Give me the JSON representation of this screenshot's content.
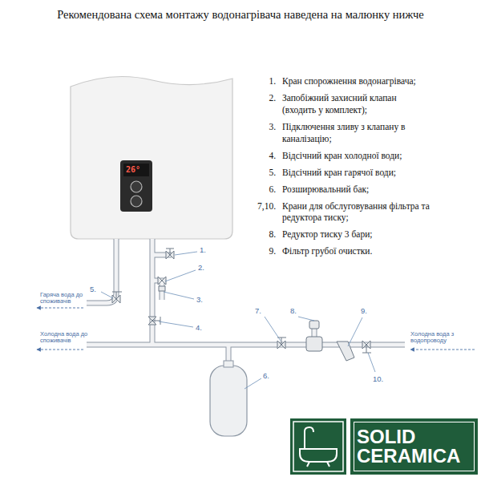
{
  "diagram": {
    "title": "Рекомендована схема монтажу водонагрівача наведена на малюнку нижче",
    "nodes": [
      {
        "text": [
          "SOLID CERAMICA"
        ]
      }
    ],
    "labels": [
      "1.",
      "Кран спорожнення водонагрівача;",
      "2.",
      "Запобіжний захисний клапан (входить у комплект);",
      "3.",
      "Підключення зливу з клапану в каналізацію;",
      "4.",
      "Відсічний кран холодної води;",
      "5.",
      "Відсічний кран гарячої води;",
      "6.",
      "Розширювальний бак;",
      "7,10.",
      "Крани для обслуговування фільтра та редуктора тиску;",
      "8.",
      "Редуктор тиску 3 бари;",
      "9.",
      "Фільтр грубої очистки.",
      "26°",
      "1.",
      "2.",
      "3.",
      "4.",
      "5.",
      "6.",
      "7.",
      "8.",
      "9.",
      "10.",
      "Гаряча вода до споживачів",
      "Холодна вода до споживачів",
      "Холодна вода з водопроводу"
    ]
  }
}
